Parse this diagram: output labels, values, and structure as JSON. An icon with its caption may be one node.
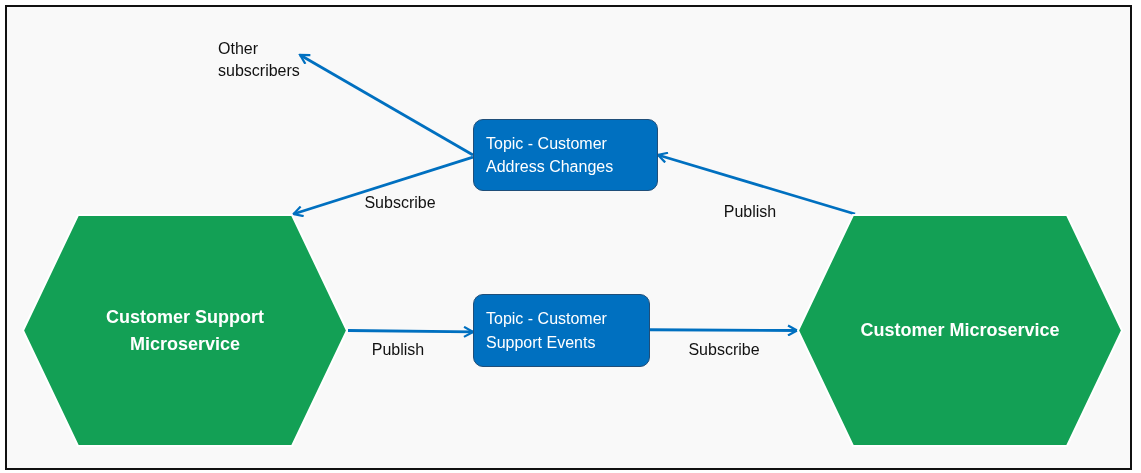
{
  "diagram": {
    "nodes": [
      {
        "text": [
          "Other subscribers"
        ]
      },
      {
        "text": [
          "Topic - Customer Address Changes"
        ]
      },
      {
        "text": [
          "Customer Support Microservice"
        ]
      },
      {
        "text": [
          "Topic - Customer Support Events"
        ]
      },
      {
        "text": [
          "Customer Microservice"
        ]
      }
    ],
    "edges": [
      {
        "from": 1,
        "to": 0,
        "arrow": "to"
      },
      {
        "from": 1,
        "to": 2,
        "arrow": "to",
        "label": "Subscribe"
      },
      {
        "from": 4,
        "to": 1,
        "arrow": "to",
        "label": "Publish"
      },
      {
        "from": 2,
        "to": 3,
        "arrow": "to",
        "label": "Publish"
      },
      {
        "from": 3,
        "to": 4,
        "arrow": "to",
        "label": "Subscribe"
      }
    ]
  }
}
